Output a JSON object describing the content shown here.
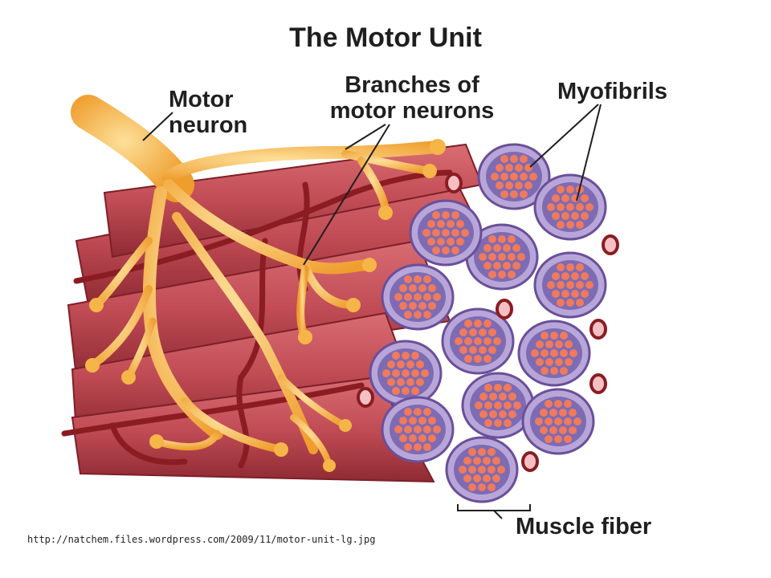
{
  "title": "The Motor Unit",
  "labels": {
    "motor_neuron_line1": "Motor",
    "motor_neuron_line2": "neuron",
    "branches_line1": "Branches of",
    "branches_line2": "motor neurons",
    "myofibrils": "Myofibrils",
    "muscle_fiber": "Muscle fiber"
  },
  "source_url": "http://natchem.files.wordpress.com/2009/11/motor-unit-lg.jpg",
  "colors": {
    "muscle": "#c7525a",
    "muscle_dark": "#8e2731",
    "vessel": "#8a1c22",
    "neuron": "#f2a93b",
    "neuron_light": "#fbd27a",
    "fiber_outline": "#6a4f9a",
    "fiber_fill": "#b9a6d9",
    "myofibril": "#f07a5c"
  }
}
